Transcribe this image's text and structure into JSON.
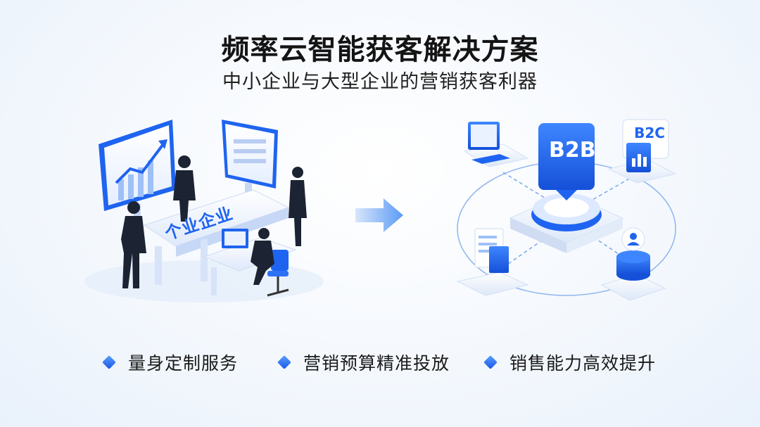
{
  "title": "频率云智能获客解决方案",
  "subtitle": "中小企业与大型企业的营销获客利器",
  "left_scene": {
    "desk_label": "个业企业"
  },
  "right_scene": {
    "center_label": "B2B",
    "top_right_label": "B2C"
  },
  "features": [
    {
      "label": "量身定制服务",
      "icon": "diamond-bullet"
    },
    {
      "label": "营销预算精准投放",
      "icon": "diamond-bullet"
    },
    {
      "label": "销售能力高效提升",
      "icon": "diamond-bullet"
    }
  ],
  "colors": {
    "accent": "#1f64f0",
    "accent_light": "#5aa0ff",
    "silhouette": "#1c2433"
  }
}
